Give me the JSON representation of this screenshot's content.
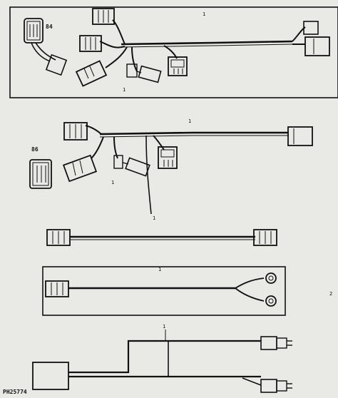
{
  "diagram": {
    "drawing_id": "PH25774",
    "callouts": {
      "top_connector": "84",
      "top_harness": "1",
      "top_branch": "1",
      "mid_connector": "86",
      "mid_harness": "1",
      "mid_branch": "1",
      "mid_down": "1",
      "lower_harness": "1",
      "bottom_harness": "1",
      "right_edge": "2"
    },
    "callout_numbers": [
      "84",
      "1",
      "86",
      "2"
    ]
  }
}
